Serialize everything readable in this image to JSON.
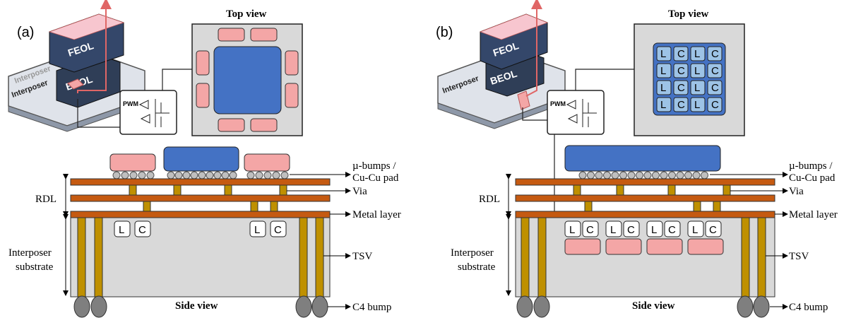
{
  "panel_a": {
    "label": "(a)",
    "top_view_title": "Top view",
    "side_view_title": "Side view",
    "pwm_label": "PWM",
    "left_labels": {
      "rdl": "RDL",
      "substrate_line1": "Interposer",
      "substrate_line2": "substrate"
    },
    "right_labels": {
      "bumps_line1": "µ-bumps /",
      "bumps_line2": "Cu-Cu pad",
      "via": "Via",
      "metal_layer": "Metal layer",
      "tsv": "TSV",
      "c4_bump": "C4 bump"
    },
    "side_lc": [
      "L",
      "C",
      "L",
      "C"
    ],
    "iso": {
      "feol": "FEOL",
      "beol": "BEOL",
      "interposer_back": "Interposer",
      "interposer_front": "Interposer"
    }
  },
  "panel_b": {
    "label": "(b)",
    "top_view_title": "Top view",
    "side_view_title": "Side view",
    "pwm_label": "PWM",
    "left_labels": {
      "rdl": "RDL",
      "substrate_line1": "Interposer",
      "substrate_line2": "substrate"
    },
    "right_labels": {
      "bumps_line1": "µ-bumps /",
      "bumps_line2": "Cu-Cu pad",
      "via": "Via",
      "metal_layer": "Metal layer",
      "tsv": "TSV",
      "c4_bump": "C4 bump"
    },
    "side_lc": [
      "L",
      "C",
      "L",
      "C",
      "L",
      "C",
      "L",
      "C"
    ],
    "top_grid": [
      [
        "L",
        "C",
        "L",
        "C"
      ],
      [
        "L",
        "C",
        "L",
        "C"
      ],
      [
        "L",
        "C",
        "L",
        "C"
      ],
      [
        "L",
        "C",
        "L",
        "C"
      ]
    ],
    "iso": {
      "feol": "FEOL",
      "beol": "BEOL",
      "interposer": "Interposer"
    }
  },
  "colors": {
    "die_blue": "#4472c4",
    "inductor_pink": "#f4a6a6",
    "metal_orange": "#c55a11",
    "tsv_gold": "#bf9000",
    "substrate_gray": "#d9d9d9",
    "bump_gray": "#bfbfbf",
    "c4_gray": "#7f7f7f",
    "grid_cell": "#9dc3e6"
  }
}
